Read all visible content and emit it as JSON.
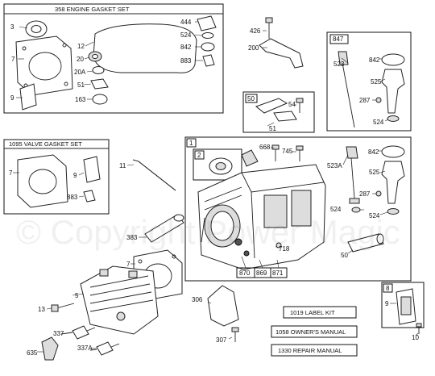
{
  "kits": {
    "engine_gasket_set": "358 ENGINE GASKET SET",
    "valve_gasket_set": "1095 VALVE GASKET SET",
    "label_kit": "1019 LABEL KIT",
    "owners_manual": "1058 OWNER'S MANUAL",
    "repair_manual": "1330 REPAIR MANUAL"
  },
  "boxes": {
    "b847": "847",
    "b50": "50",
    "b1": "1",
    "b2": "2",
    "b8": "8"
  },
  "parts": {
    "p3": "3",
    "p7a": "7",
    "p9a": "9",
    "p12": "12",
    "p20": "20",
    "p20a": "20A",
    "p51a": "51",
    "p163": "163",
    "p444": "444",
    "p524a": "524",
    "p842a": "842",
    "p883a": "883",
    "p426": "426",
    "p200": "200",
    "p523": "523",
    "p842b": "842",
    "p525a": "525",
    "p287a": "287",
    "p524b": "524",
    "p54": "54",
    "p51b": "51",
    "p7b": "7",
    "p9b": "9",
    "p883b": "883",
    "p11": "11",
    "p383": "383",
    "p7c": "7",
    "p668": "668",
    "p745": "745",
    "p523a": "523A",
    "p842c": "842",
    "p525b": "525",
    "p287b": "287",
    "p524c": "524",
    "p524d": "524",
    "p718": "718",
    "p50": "50",
    "p870": "870",
    "p869": "869",
    "p871": "871",
    "p5": "5",
    "p13": "13",
    "p337": "337",
    "p337a": "337A",
    "p635": "635",
    "p306": "306",
    "p307": "307",
    "p9c": "9",
    "p10": "10"
  },
  "watermark": "© Copyright Power Magic"
}
